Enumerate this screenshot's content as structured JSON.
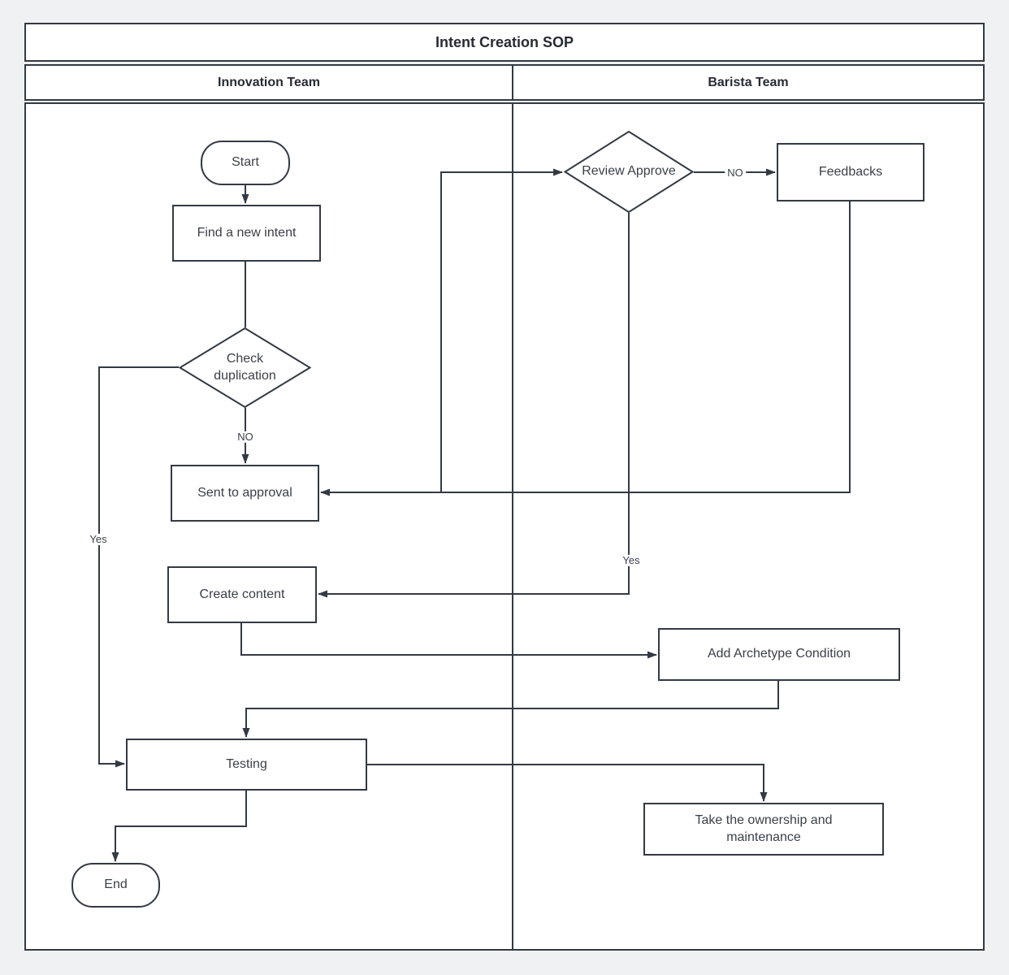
{
  "diagram": {
    "title": "Intent Creation SOP",
    "lanes": [
      {
        "label": "Innovation Team"
      },
      {
        "label": "Barista Team"
      }
    ],
    "nodes": {
      "start": {
        "label": "Start",
        "type": "terminator"
      },
      "find_intent": {
        "label": "Find a new intent",
        "type": "process"
      },
      "check_duplication": {
        "label": "Check duplication",
        "type": "decision"
      },
      "sent_approval": {
        "label": "Sent to approval",
        "type": "process"
      },
      "create_content": {
        "label": "Create content",
        "type": "process"
      },
      "review_approve": {
        "label": "Review Approve",
        "type": "decision"
      },
      "feedbacks": {
        "label": "Feedbacks",
        "type": "process"
      },
      "add_archetype": {
        "label": "Add Archetype Condition",
        "type": "process"
      },
      "testing": {
        "label": "Testing",
        "type": "process"
      },
      "take_ownership": {
        "label": "Take the ownership and maintenance",
        "type": "process"
      },
      "end": {
        "label": "End",
        "type": "terminator"
      }
    },
    "edge_labels": {
      "duplication_no": "NO",
      "duplication_yes": "Yes",
      "review_no": "NO",
      "review_yes": "Yes"
    },
    "edges": [
      {
        "from": "start",
        "to": "find_intent",
        "label": ""
      },
      {
        "from": "find_intent",
        "to": "check_duplication",
        "label": ""
      },
      {
        "from": "check_duplication",
        "to": "sent_approval",
        "label": "NO"
      },
      {
        "from": "check_duplication",
        "to": "testing",
        "label": "Yes"
      },
      {
        "from": "sent_approval",
        "to": "review_approve",
        "label": ""
      },
      {
        "from": "review_approve",
        "to": "feedbacks",
        "label": "NO"
      },
      {
        "from": "feedbacks",
        "to": "sent_approval",
        "label": ""
      },
      {
        "from": "review_approve",
        "to": "create_content",
        "label": "Yes"
      },
      {
        "from": "create_content",
        "to": "add_archetype",
        "label": ""
      },
      {
        "from": "add_archetype",
        "to": "testing",
        "label": ""
      },
      {
        "from": "testing",
        "to": "take_ownership",
        "label": ""
      },
      {
        "from": "testing",
        "to": "end",
        "label": ""
      }
    ],
    "colors": {
      "stroke": "#333a44",
      "node_fill": "#ffffff",
      "node_text": "#3a3f48",
      "heading_text": "#272b33",
      "canvas_bg": "#f0f1f2"
    }
  }
}
